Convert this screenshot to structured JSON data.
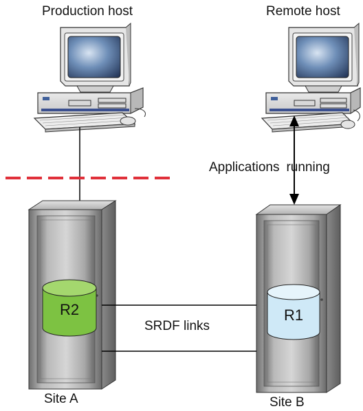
{
  "hosts": {
    "production_label": "Production host",
    "remote_label": "Remote host"
  },
  "connection": {
    "applications_label": "Applications",
    "running_label": "running",
    "srdf_label": "SRDF links"
  },
  "sites": {
    "a_label": "Site A",
    "b_label": "Site B"
  },
  "volumes": {
    "r2": {
      "label": "R2",
      "color": "#7dc242"
    },
    "r1": {
      "label": "R1",
      "color": "#cfe9f7"
    }
  },
  "colors": {
    "fault_line": "#e0303a",
    "cabinet": "#9a9a9a",
    "line": "#000000"
  }
}
